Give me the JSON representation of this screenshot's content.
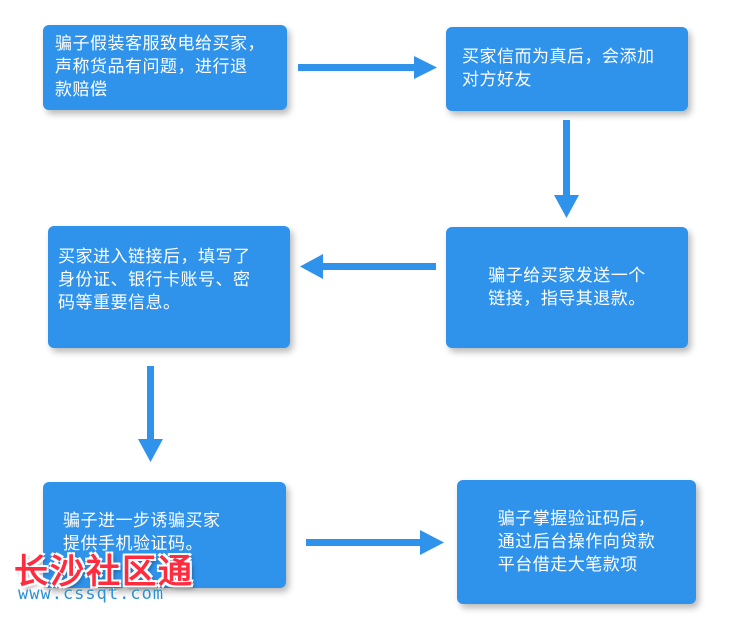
{
  "steps": [
    {
      "text": "骗子假装客服致电给买家，\n声称货品有问题，进行退\n款赔偿"
    },
    {
      "text": "买家信而为真后，会添加\n对方好友"
    },
    {
      "text": "骗子给买家发送一个\n链接，指导其退款。"
    },
    {
      "text": "买家进入链接后，填写了\n身份证、银行卡账号、密\n码等重要信息。"
    },
    {
      "text": "骗子进一步诱骗买家\n提供手机验证码。"
    },
    {
      "text": "骗子掌握验证码后，\n通过后台操作向贷款\n平台借走大笔款项"
    }
  ],
  "watermark": {
    "logo": "长沙社区通",
    "url": "www.cssqt.com"
  },
  "colors": {
    "box": "#2f93ec",
    "arrow": "#2f93ec",
    "text": "#ffffff",
    "watermark": "#ff2b3f"
  }
}
